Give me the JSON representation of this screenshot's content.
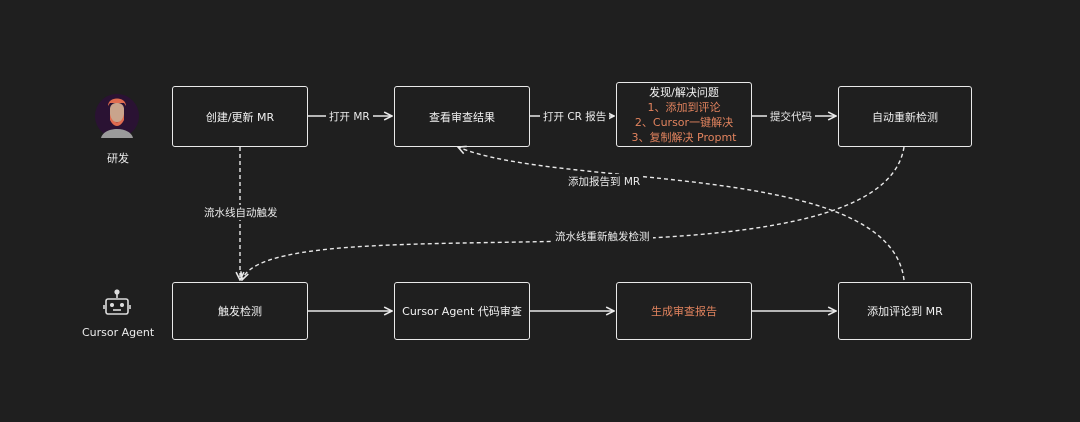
{
  "actors": {
    "dev": {
      "label": "研发",
      "icon": "developer-avatar-icon"
    },
    "agent": {
      "label": "Cursor Agent",
      "icon": "robot-icon"
    }
  },
  "boxes": {
    "create_mr": "创建/更新 MR",
    "view_results": "查看审查结果",
    "fix": {
      "title": "发现/解决问题",
      "steps": [
        "1、添加到评论",
        "2、Cursor一键解决",
        "3、复制解决 Propmt"
      ]
    },
    "recheck": "自动重新检测",
    "trigger": "触发检测",
    "agent_review": "Cursor Agent 代码审查",
    "gen_report": "生成审查报告",
    "add_comment": "添加评论到 MR"
  },
  "edges": {
    "open_mr": "打开 MR",
    "open_cr": "打开 CR 报告",
    "submit_code": "提交代码",
    "pipeline_auto": "流水线自动触发",
    "add_report": "添加报告到 MR",
    "pipeline_retrigger": "流水线重新触发检测"
  },
  "colors": {
    "background": "#1f1f1f",
    "line": "#e9e9e9",
    "accent": "#e2835e",
    "avatar_bg": "#2a1233",
    "avatar_hair": "#e06b4f"
  }
}
